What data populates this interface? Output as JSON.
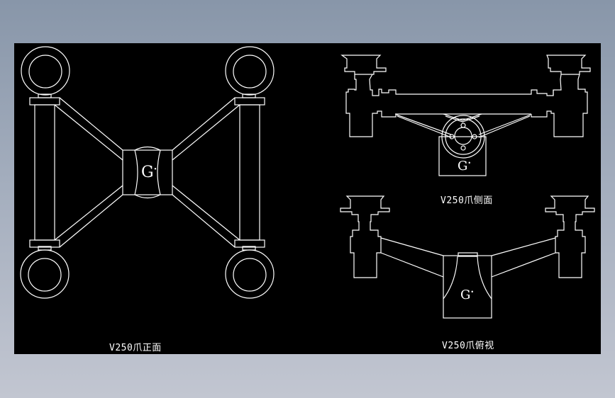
{
  "colors": {
    "viewport_bg": "#000000",
    "line": "#ffffff",
    "outer_bg_top": "#8896a9",
    "outer_bg_bottom": "#c2c6d1"
  },
  "views": [
    {
      "id": "front",
      "label": "V250爪正面"
    },
    {
      "id": "side",
      "label": "V250爪侧面"
    },
    {
      "id": "top",
      "label": "V250爪俯视"
    }
  ],
  "logo": {
    "glyph": "G",
    "mark": "•"
  }
}
